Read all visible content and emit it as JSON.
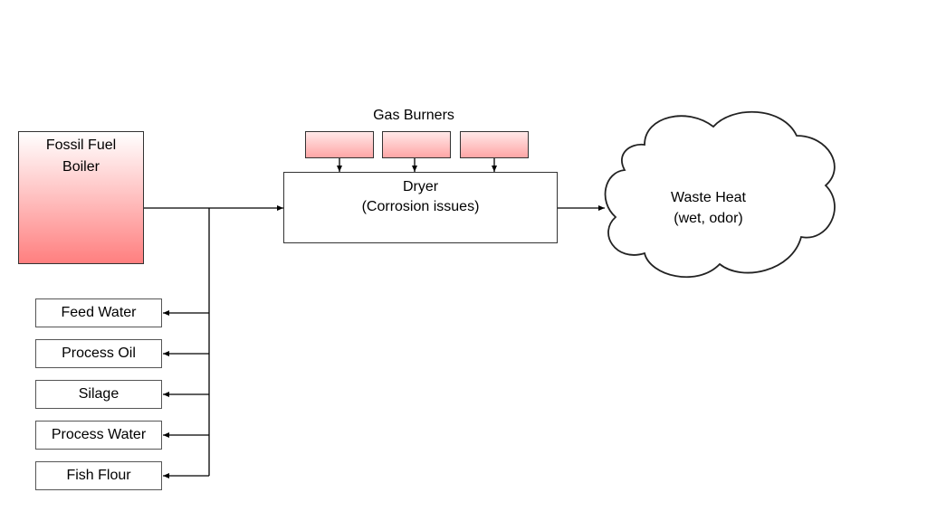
{
  "boiler": {
    "line1": "Fossil Fuel",
    "line2": "Boiler"
  },
  "gas_burners": {
    "title": "Gas Burners",
    "count": 3
  },
  "dryer": {
    "title": "Dryer",
    "note": "(Corrosion issues)"
  },
  "waste_heat": {
    "title": "Waste Heat",
    "note": "(wet, odor)"
  },
  "consumers": [
    {
      "label": "Feed Water"
    },
    {
      "label": "Process Oil"
    },
    {
      "label": "Silage"
    },
    {
      "label": "Process Water"
    },
    {
      "label": "Fish Flour"
    }
  ]
}
